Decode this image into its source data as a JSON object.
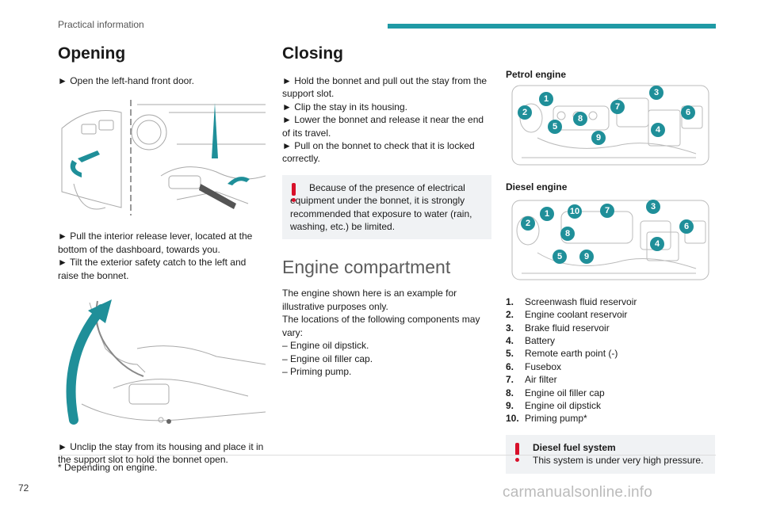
{
  "header": {
    "section_title": "Practical information"
  },
  "page_number": "72",
  "watermark": "carmanualsonline.info",
  "opening": {
    "title": "Opening",
    "step1": "► Open the left-hand front door.",
    "step2": "► Pull the interior release lever, located at the bottom of the dashboard, towards you.",
    "step3": "► Tilt the exterior safety catch to the left and raise the bonnet.",
    "step4": "► Unclip the stay from its housing and place it in the support slot to hold the bonnet open."
  },
  "closing": {
    "title": "Closing",
    "step1": "► Hold the bonnet and pull out the stay from the support slot.",
    "step2": "► Clip the stay in its housing.",
    "step3": "► Lower the bonnet and release it near the end of its travel.",
    "step4": "► Pull on the bonnet to check that it is locked correctly.",
    "warning": "Because of the presence of electrical equipment under the bonnet, it is strongly recommended that exposure to water (rain, washing, etc.) be limited."
  },
  "engine_compartment": {
    "title": "Engine compartment",
    "intro1": "The engine shown here is an example for illustrative purposes only.",
    "intro2": "The locations of the following components may vary:",
    "item1": "– Engine oil dipstick.",
    "item2": "– Engine oil filler cap.",
    "item3": "– Priming pump."
  },
  "petrol_engine": {
    "label": "Petrol engine",
    "callouts": [
      "1",
      "2",
      "3",
      "4",
      "5",
      "6",
      "7",
      "8",
      "9"
    ]
  },
  "diesel_engine": {
    "label": "Diesel engine",
    "callouts": [
      "1",
      "2",
      "3",
      "4",
      "5",
      "6",
      "7",
      "8",
      "9",
      "10"
    ]
  },
  "legend": [
    {
      "num": "1.",
      "text": "Screenwash fluid reservoir"
    },
    {
      "num": "2.",
      "text": "Engine coolant reservoir"
    },
    {
      "num": "3.",
      "text": "Brake fluid reservoir"
    },
    {
      "num": "4.",
      "text": "Battery"
    },
    {
      "num": "5.",
      "text": "Remote earth point (-)"
    },
    {
      "num": "6.",
      "text": "Fusebox"
    },
    {
      "num": "7.",
      "text": "Air filter"
    },
    {
      "num": "8.",
      "text": "Engine oil filler cap"
    },
    {
      "num": "9.",
      "text": "Engine oil dipstick"
    },
    {
      "num": "10.",
      "text": "Priming pump*"
    }
  ],
  "diesel_warning": {
    "title": "Diesel fuel system",
    "text": "This system is under very high pressure."
  },
  "footnote": "* Depending on engine.",
  "colors": {
    "accent": "#1f9aa5",
    "warning_red": "#d8102a",
    "callout_teal": "#1f8f99",
    "panel_bg": "#f0f2f4"
  }
}
